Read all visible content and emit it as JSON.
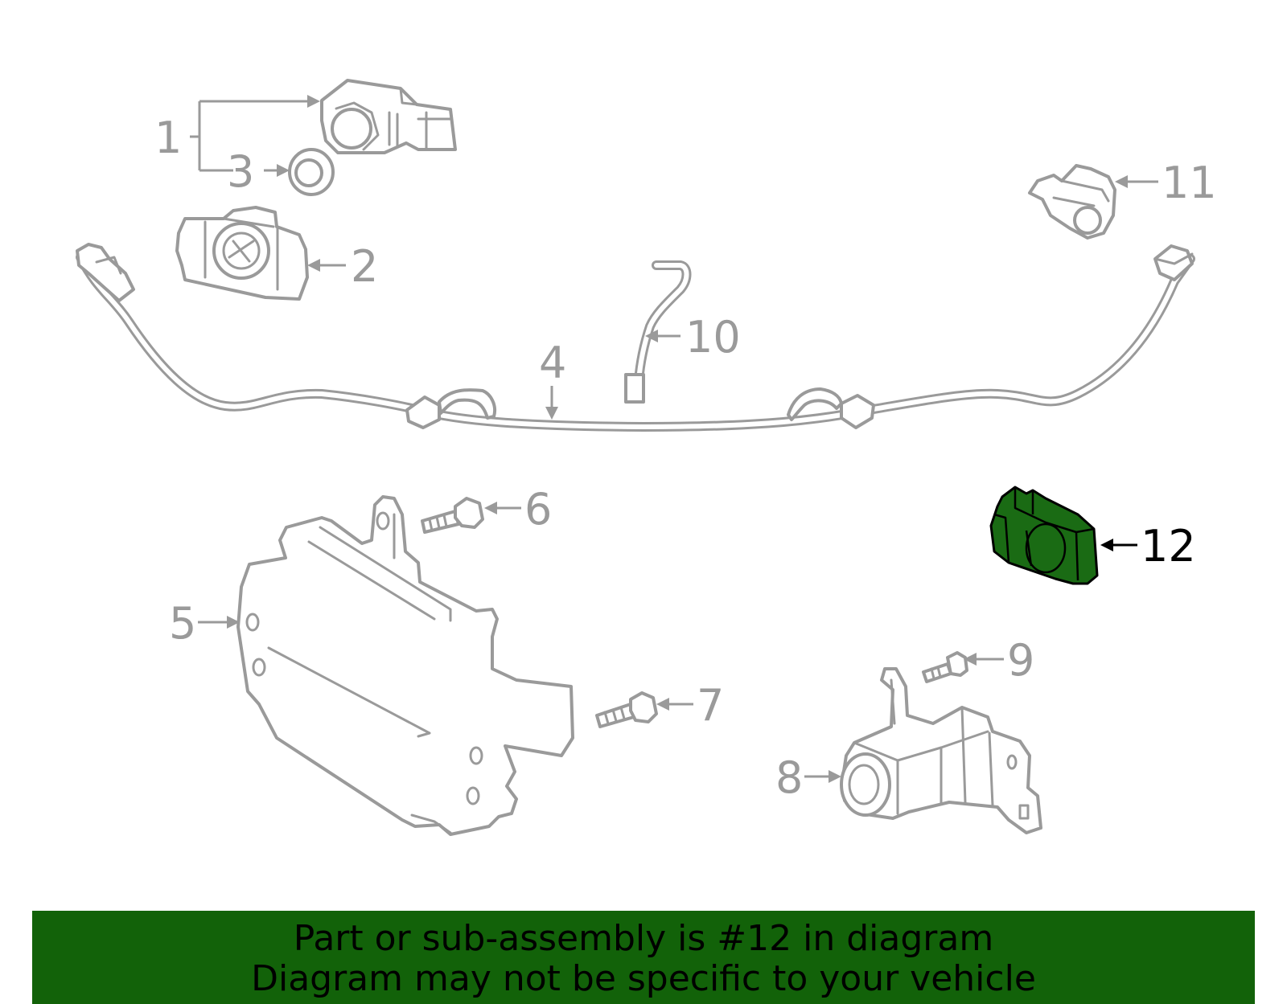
{
  "callouts": {
    "c1": "1",
    "c2": "2",
    "c3": "3",
    "c4": "4",
    "c5": "5",
    "c6": "6",
    "c7": "7",
    "c8": "8",
    "c9": "9",
    "c10": "10",
    "c11": "11",
    "c12": "12"
  },
  "highlighted_part": "12",
  "colors": {
    "highlight_fill": "#1a6b14",
    "banner_background": "#126209",
    "part_stroke": "#9a9a9a"
  },
  "banner": {
    "line1": "Part or sub-assembly is #12 in diagram",
    "line2": "Diagram may not be specific to your vehicle"
  }
}
